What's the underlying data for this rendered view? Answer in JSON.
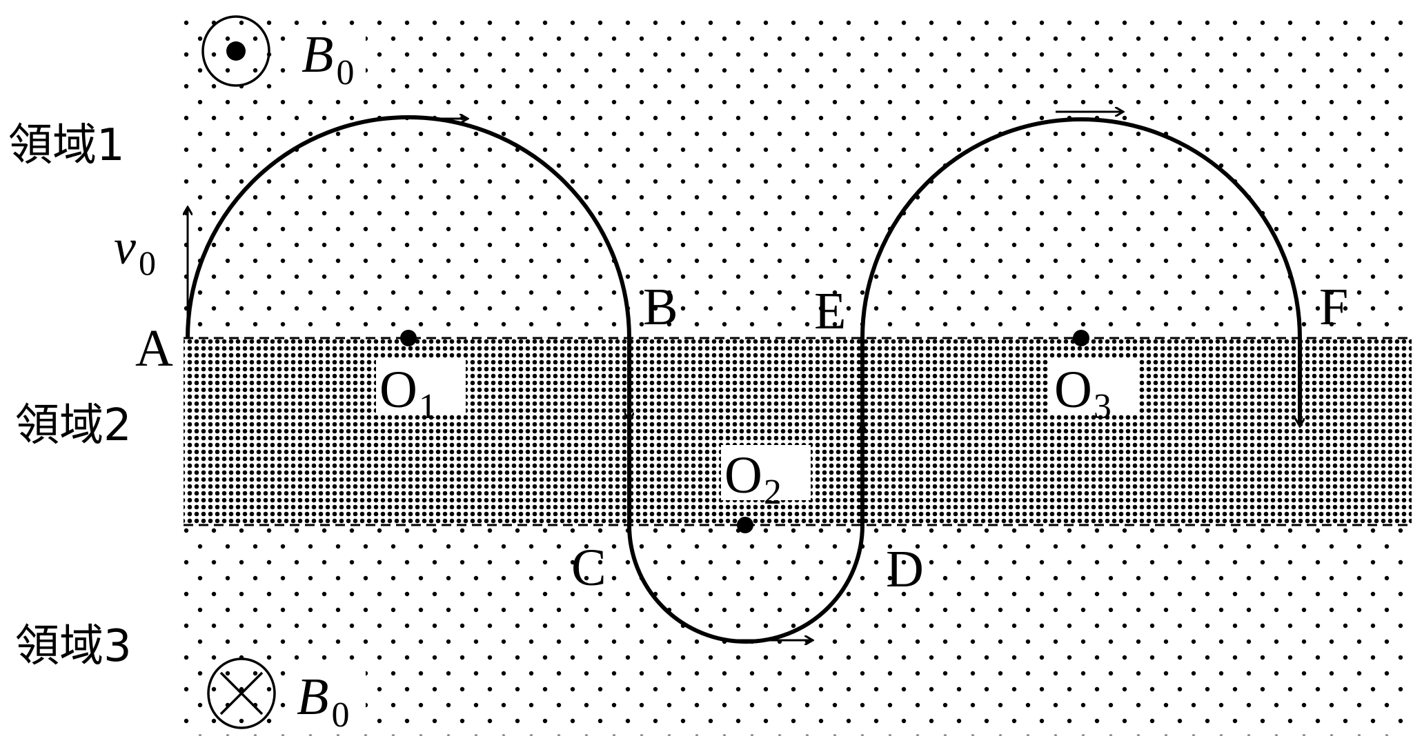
{
  "regions": {
    "region1": "領域1",
    "region2": "領域2",
    "region3": "領域3"
  },
  "field": {
    "top_symbol": "out-of-page-icon",
    "top_label": "B",
    "top_sub": "0",
    "bottom_symbol": "into-page-icon",
    "bottom_label": "B",
    "bottom_sub": "0"
  },
  "velocity": {
    "label": "v",
    "sub": "0"
  },
  "points": {
    "A": "A",
    "B": "B",
    "C": "C",
    "D": "D",
    "E": "E",
    "F": "F"
  },
  "centers": {
    "O1": {
      "main": "O",
      "sub": "1"
    },
    "O2": {
      "main": "O",
      "sub": "2"
    },
    "O3": {
      "main": "O",
      "sub": "3"
    }
  }
}
